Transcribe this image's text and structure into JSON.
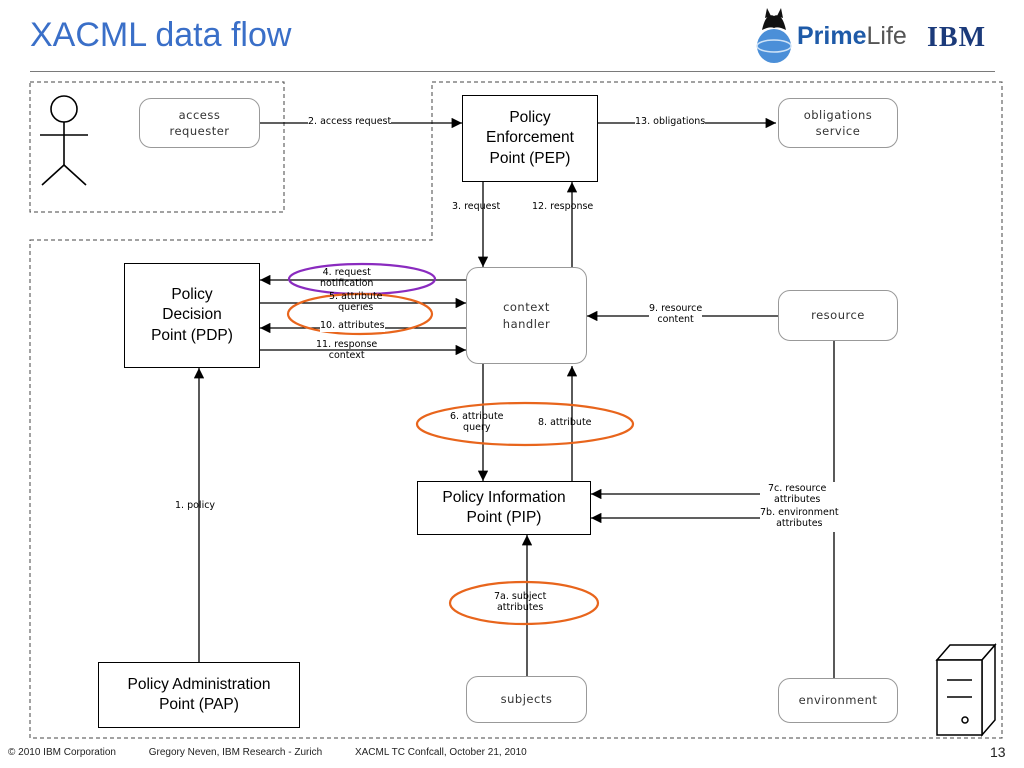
{
  "slide": {
    "title": "XACML data flow",
    "brand_prime": "Prime",
    "brand_life": "Life",
    "brand_ibm": "IBM",
    "page_number": "13"
  },
  "footer": {
    "copyright": "© 2010 IBM Corporation",
    "author": "Gregory Neven, IBM Research - Zurich",
    "event": "XACML TC Confcall, October 21, 2010"
  },
  "nodes": {
    "access_requester": "access\nrequester",
    "pep": "Policy\nEnforcement\nPoint (PEP)",
    "obligations_service": "obligations\nservice",
    "pdp": "Policy\nDecision\nPoint (PDP)",
    "context_handler": "context\nhandler",
    "resource": "resource",
    "pip": "Policy Information\nPoint (PIP)",
    "pap": "Policy Administration\nPoint (PAP)",
    "subjects": "subjects",
    "environment": "environment"
  },
  "flows": {
    "f1": "1. policy",
    "f2": "2. access request",
    "f3": "3. request",
    "f4": "4. request\nnotification",
    "f5": "5. attribute\nqueries",
    "f6": "6. attribute\nquery",
    "f7a": "7a. subject\nattributes",
    "f7b": "7b. environment\nattributes",
    "f7c": "7c. resource\nattributes",
    "f8": "8. attribute",
    "f9": "9. resource\ncontent",
    "f10": "10. attributes",
    "f11": "11. response\ncontext",
    "f12": "12. response",
    "f13": "13. obligations"
  },
  "colors": {
    "title": "#3a6fc8",
    "highlight_purple": "#8a2bbf",
    "highlight_orange": "#e8651c"
  }
}
